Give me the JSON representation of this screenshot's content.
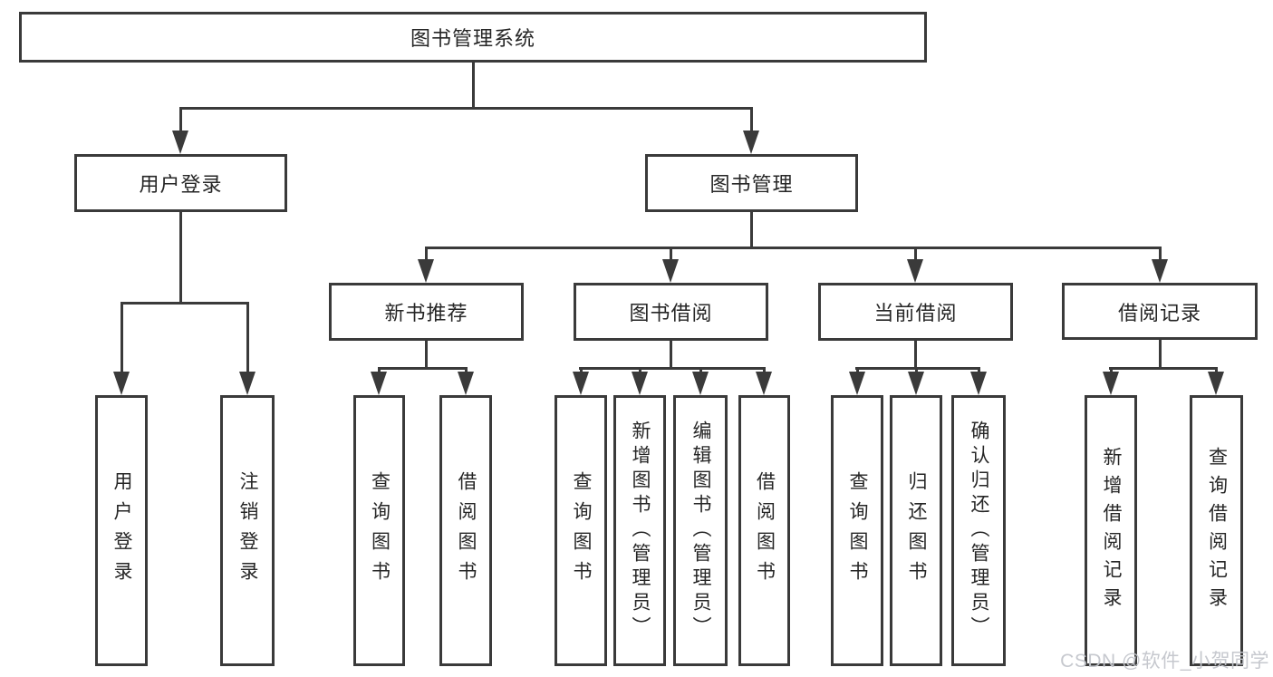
{
  "tree": {
    "root": "图书管理系统",
    "branches": [
      {
        "label": "用户登录",
        "children": [
          "用户登录",
          "注销登录"
        ]
      },
      {
        "label": "图书管理",
        "sections": [
          {
            "label": "新书推荐",
            "children": [
              "查询图书",
              "借阅图书"
            ]
          },
          {
            "label": "图书借阅",
            "children": [
              "查询图书",
              "新增图书（管理员）",
              "编辑图书（管理员）",
              "借阅图书"
            ]
          },
          {
            "label": "当前借阅",
            "children": [
              "查询图书",
              "归还图书",
              "确认归还（管理员）"
            ]
          },
          {
            "label": "借阅记录",
            "children": [
              "新增借阅记录",
              "查询借阅记录"
            ]
          }
        ]
      }
    ]
  },
  "watermark": "CSDN @软件_小贺同学",
  "colors": {
    "line": "#3a3a3a",
    "text": "#262626",
    "watermark": "#c3c6cc"
  }
}
